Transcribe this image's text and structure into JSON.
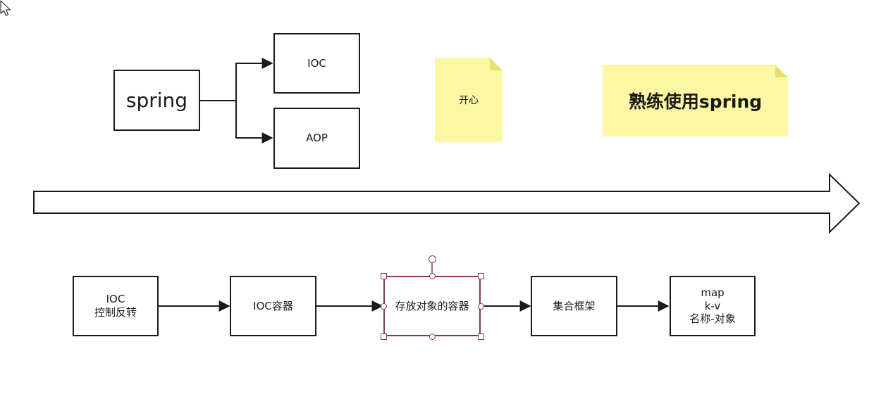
{
  "top_tree": {
    "root": "spring",
    "children": [
      "IOC",
      "AOP"
    ]
  },
  "notes": [
    {
      "text": "开心"
    },
    {
      "text": "熟练使用spring"
    }
  ],
  "flow": {
    "steps": [
      {
        "lines": [
          "IOC",
          "控制反转"
        ]
      },
      {
        "lines": [
          "IOC容器"
        ]
      },
      {
        "lines": [
          "存放对象的容器"
        ]
      },
      {
        "lines": [
          "集合框架"
        ]
      },
      {
        "lines": [
          "map",
          "k-v",
          "名称-对象"
        ]
      }
    ]
  },
  "colors": {
    "stroke": "#1a1a1a",
    "note_fill": "#fdf7a4",
    "selection": "#8a3a4a"
  },
  "icons": {
    "cursor": "mouse-pointer-icon"
  }
}
